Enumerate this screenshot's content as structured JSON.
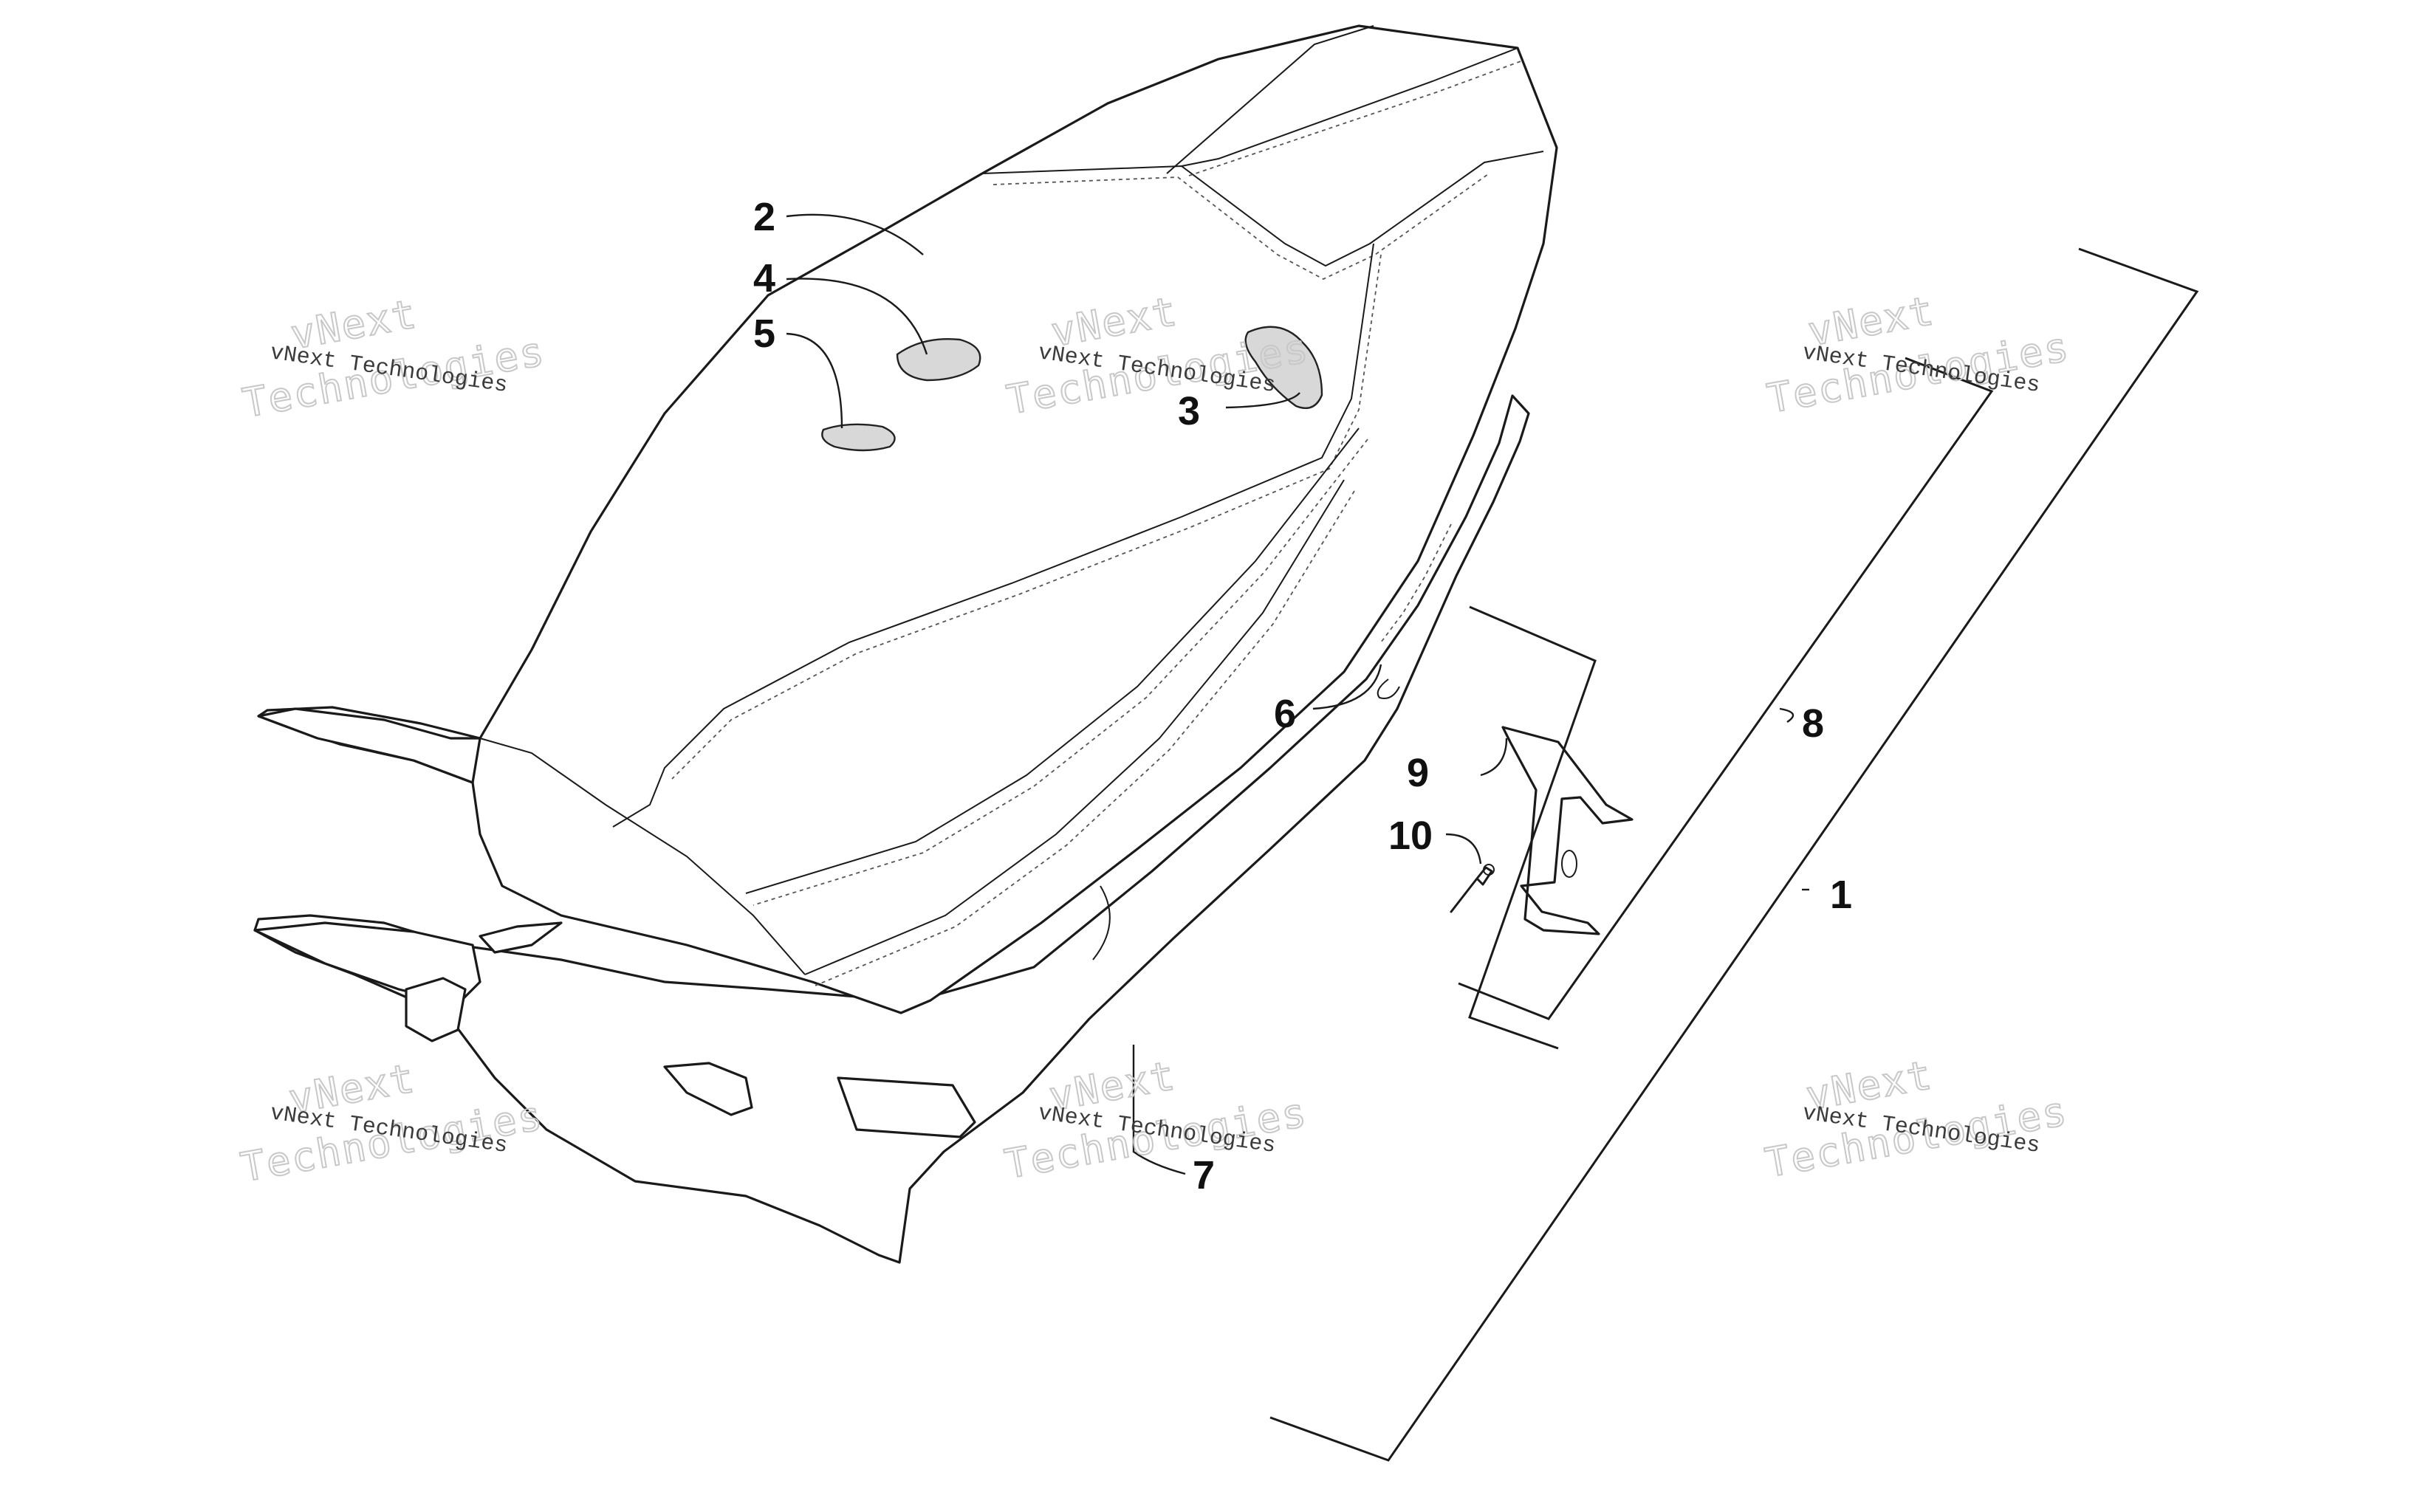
{
  "callouts": {
    "c1": "1",
    "c2": "2",
    "c3": "3",
    "c4": "4",
    "c5": "5",
    "c6": "6",
    "c7": "7",
    "c8": "8",
    "c9": "9",
    "c10": "10"
  },
  "watermark": {
    "line1": "vNext Technologies",
    "line2": "vNext",
    "line3": "Technologies"
  },
  "colors": {
    "ink": "#1a1a1a",
    "background": "#ffffff",
    "watermark_outline": "#c8c8c8"
  }
}
